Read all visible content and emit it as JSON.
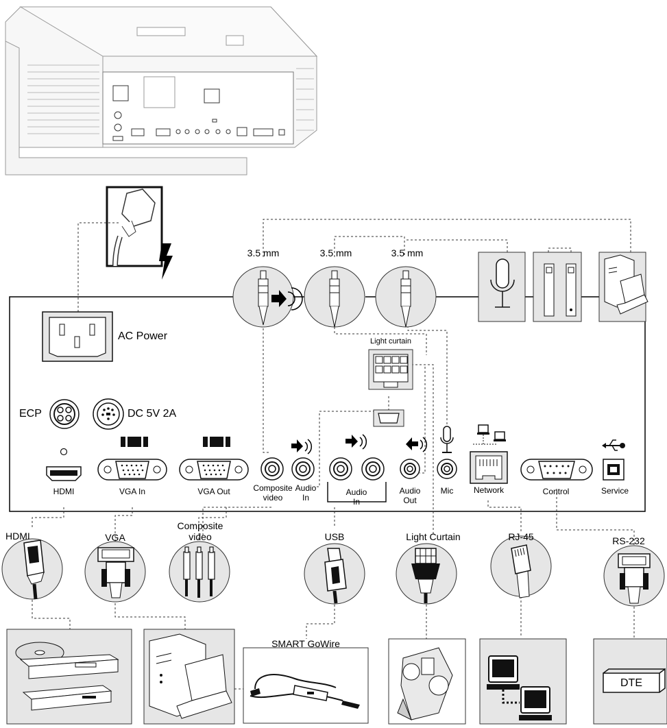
{
  "panel": {
    "ac_power": "AC Power",
    "ecp": "ECP",
    "dc": "DC 5V 2A",
    "port_hdmi": "HDMI",
    "port_vga_in": "VGA In",
    "port_vga_out": "VGA Out",
    "port_composite_1": "Composite",
    "port_composite_2": "video",
    "port_audio_in_1": "Audio",
    "port_audio_in_2": "In",
    "port_audio_in2_1": "Audio",
    "port_audio_in2_2": "In",
    "port_audio_out_1": "Audio",
    "port_audio_out_2": "Out",
    "port_mic": "Mic",
    "port_network": "Network",
    "port_control": "Control",
    "port_service": "Service",
    "light_curtain_port": "Light curtain"
  },
  "top_connectors": {
    "jack_1": "3.5 mm",
    "jack_2": "3.5 mm",
    "jack_3": "3.5 mm"
  },
  "bottom_connectors": {
    "hdmi": "HDMI",
    "vga": "VGA",
    "composite_1": "Composite",
    "composite_2": "video",
    "usb": "USB",
    "light_curtain": "Light Curtain",
    "rj45": "RJ-45",
    "rs232": "RS-232"
  },
  "devices": {
    "gowire": "SMART GoWire",
    "dte": "DTE"
  }
}
